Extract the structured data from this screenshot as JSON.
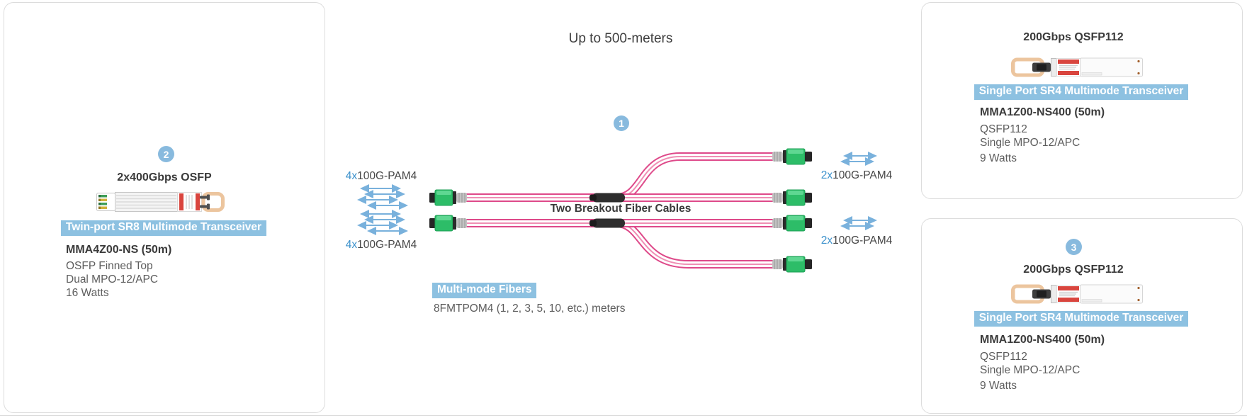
{
  "page": {
    "title": "Up to 500-meters"
  },
  "badges": {
    "fiber": "1",
    "osfp": "2",
    "qsfp": "3"
  },
  "left_card": {
    "title": "2x400Gbps OSFP",
    "highlight": "Twin-port SR8 Multimode Transceiver",
    "model": "MMA4Z00-NS (50m)",
    "specs": [
      "OSFP Finned Top",
      "Dual MPO-12/APC",
      "16 Watts"
    ]
  },
  "right_top_card": {
    "title": "200Gbps QSFP112",
    "highlight": "Single Port SR4 Multimode Transceiver",
    "model": "MMA1Z00-NS400 (50m)",
    "specs": [
      "QSFP112",
      "Single MPO-12/APC",
      "9 Watts"
    ]
  },
  "right_bottom_card": {
    "title": "200Gbps QSFP112",
    "highlight": "Single Port SR4 Multimode Transceiver",
    "model": "MMA1Z00-NS400 (50m)",
    "specs": [
      "QSFP112",
      "Single MPO-12/APC",
      "9 Watts"
    ]
  },
  "fiber": {
    "caption": "Two Breakout Fiber Cables",
    "highlight": "Multi-mode Fibers",
    "note": "8FMTPOM4 (1, 2, 3, 5, 10, etc.) meters",
    "left_lane_prefix": "4x",
    "left_lane_text": "100G-PAM4",
    "right_lane_prefix": "2x",
    "right_lane_text": "100G-PAM4"
  },
  "colors": {
    "badge_blue": "#88bade",
    "highlight_bg": "#8dc1e1",
    "lane_blue": "#3d92cc",
    "cable_pink": "#de4a8a",
    "connector_green": "#2dbd68",
    "arrow_blue": "#79b1dc"
  }
}
